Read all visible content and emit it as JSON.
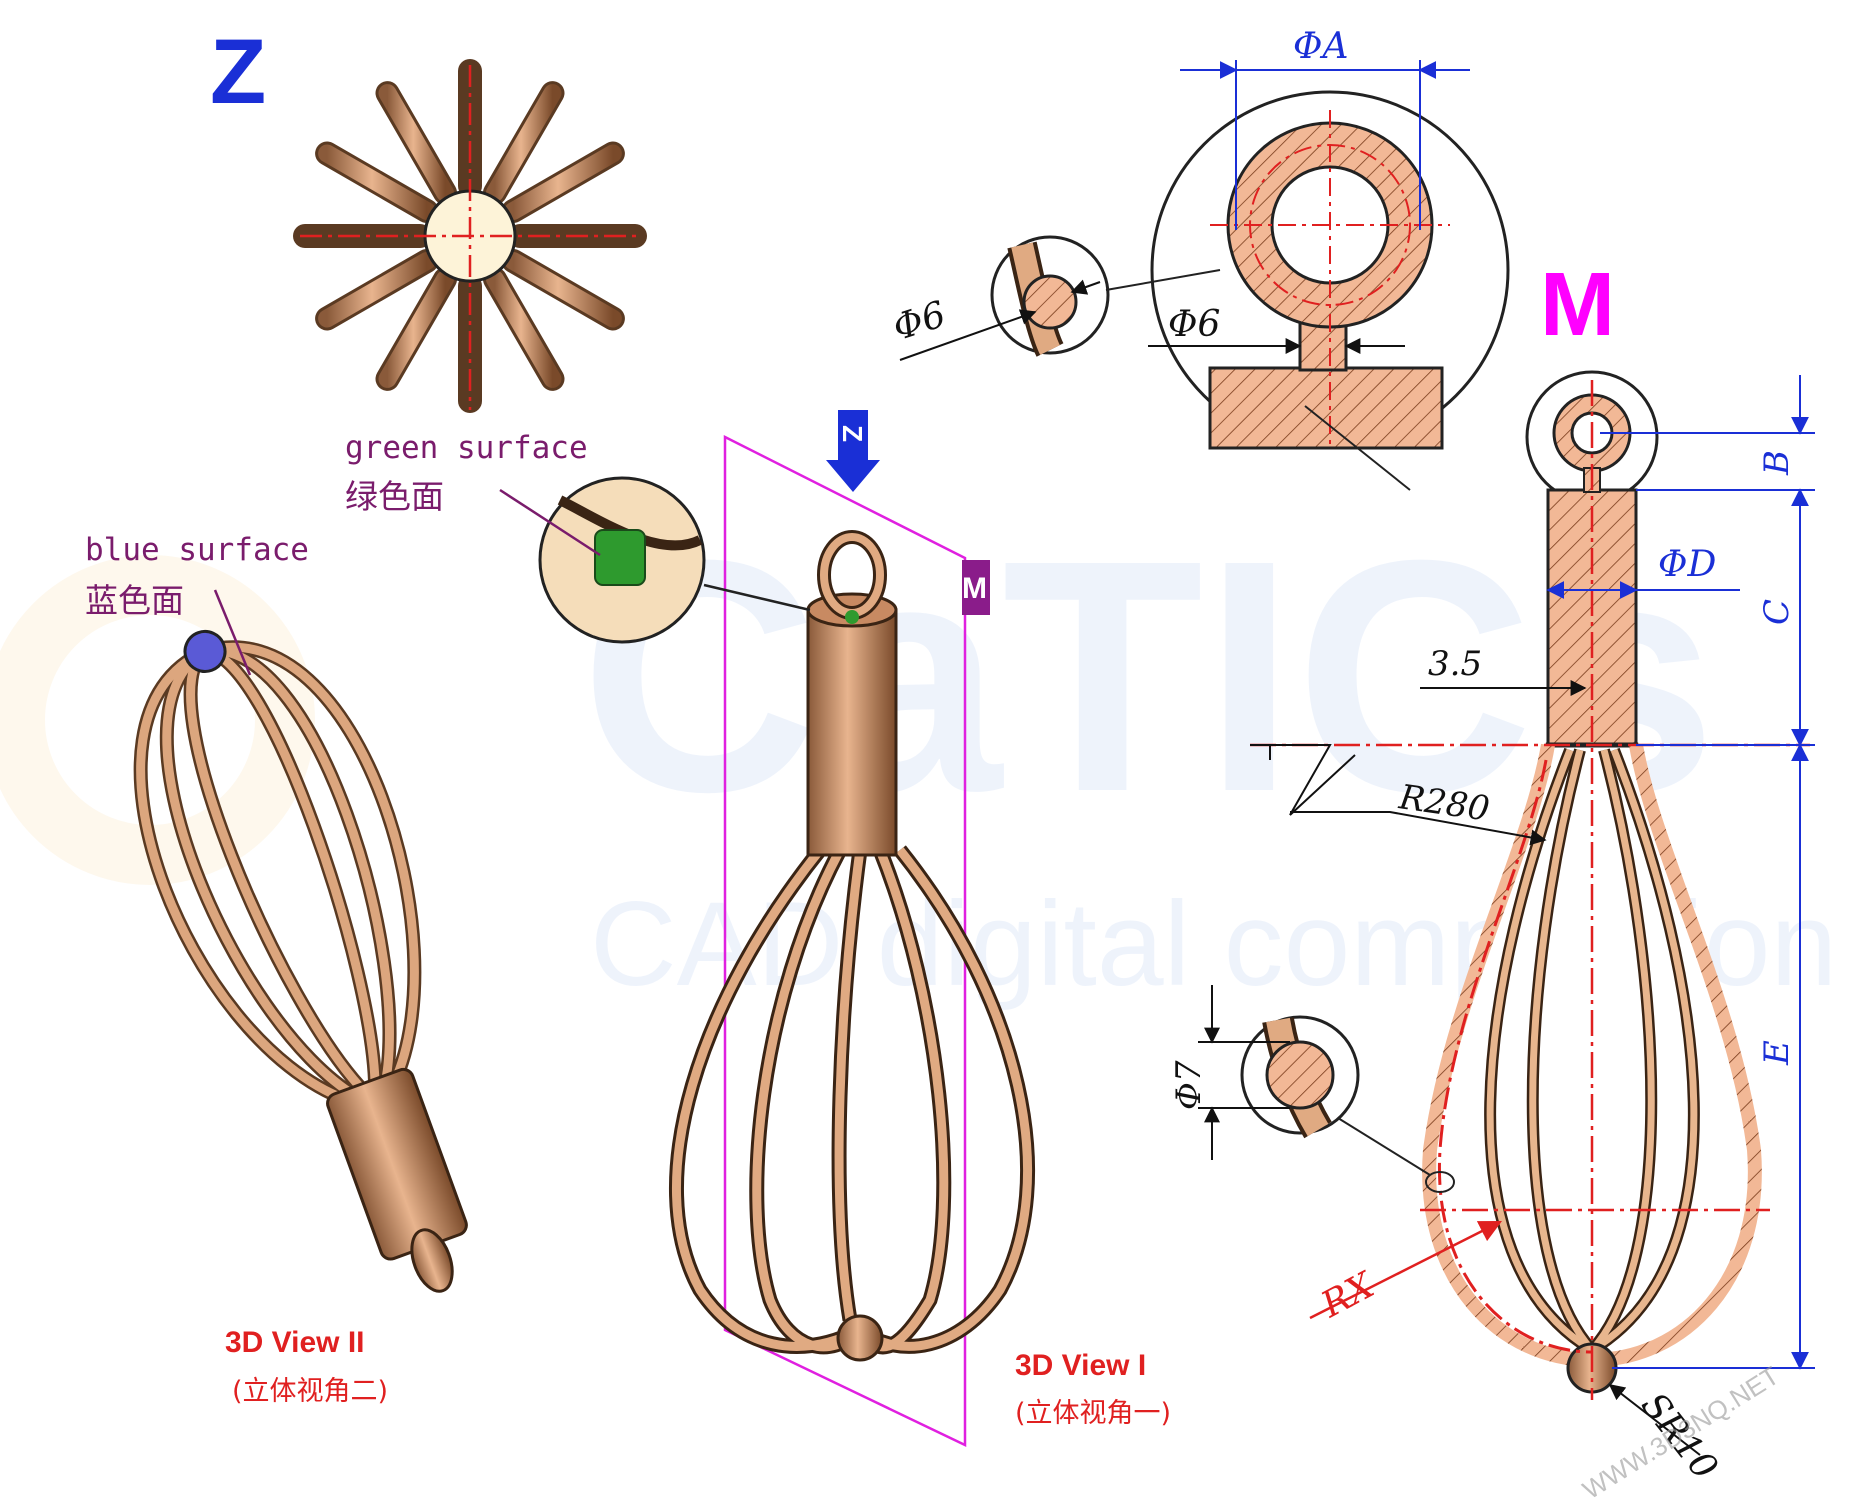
{
  "view_labels": {
    "z_big": "Z",
    "m_big": "M",
    "z_arrow": "Z",
    "m_plane": "M"
  },
  "annotations": {
    "green_en": "green surface",
    "green_cn": "绿色面",
    "blue_en": "blue surface",
    "blue_cn": "蓝色面"
  },
  "captions": {
    "view1_en": "3D View I",
    "view1_cn": "(立体视角一)",
    "view2_en": "3D View II",
    "view2_cn": "(立体视角二)"
  },
  "dimensions": {
    "phi_a": "ΦA",
    "phi6_left": "Φ6",
    "phi6_right": "Φ6",
    "b": "B",
    "c": "C",
    "phi_d": "ΦD",
    "v35": "3.5",
    "r280": "R280",
    "phi7": "Φ7",
    "e": "E",
    "rx": "RX",
    "sr10": "SR10"
  },
  "watermark": {
    "logo": "CaTICs",
    "subtitle": "CAD digital competition",
    "site": "WWW.3D3NQ.NET"
  },
  "colors": {
    "copper": "#d9a27a",
    "copper_dark": "#8a5a3a",
    "section_fill": "#f2b896",
    "dim_blue": "#1a2fd6",
    "center_red": "#e02020",
    "label_magenta": "#ff00ff",
    "label_blue": "#1a2fd6",
    "caption_red": "#e02020",
    "annotation_purple": "#7a1c6c",
    "green_surface": "#2e9a2e",
    "blue_surface": "#5a5ad6"
  }
}
